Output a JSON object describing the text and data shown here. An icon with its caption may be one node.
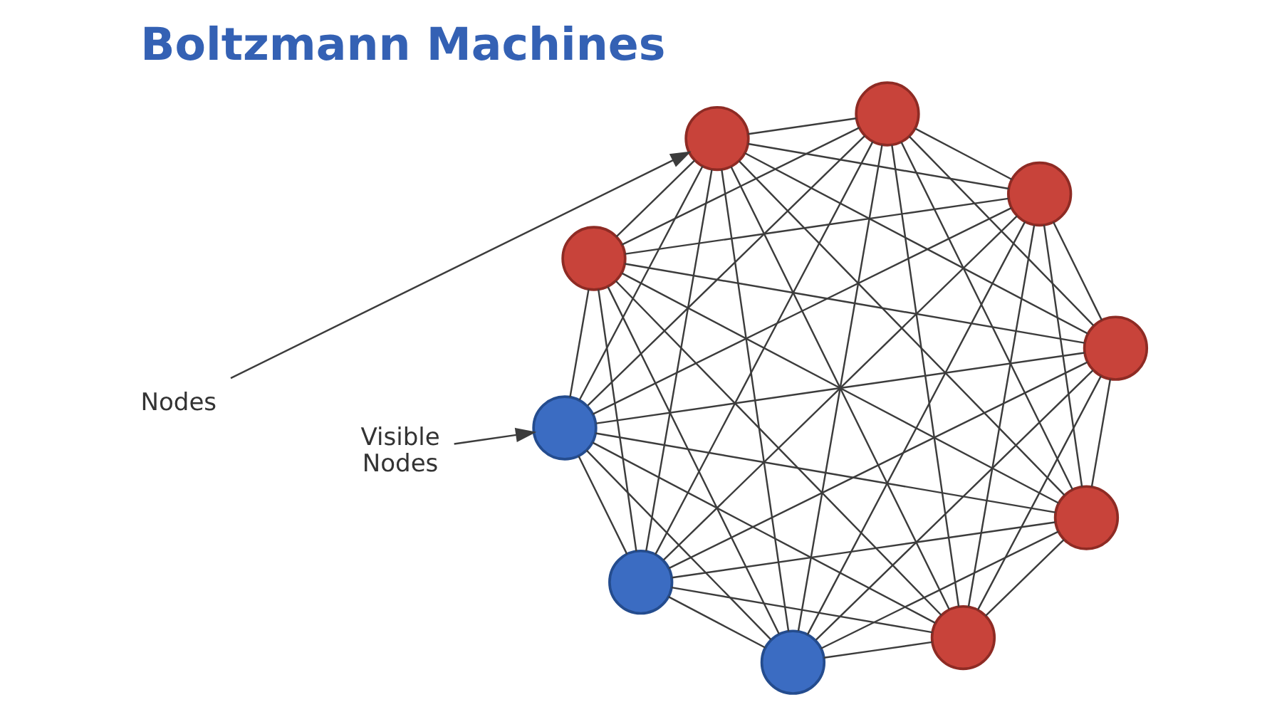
{
  "diagram": {
    "title": "Boltzmann Machines",
    "nodes": [
      {
        "text": [],
        "shape": "circle"
      },
      {
        "text": [],
        "shape": "circle"
      },
      {
        "text": [],
        "shape": "circle"
      },
      {
        "text": [
          "Nodes"
        ]
      },
      {
        "text": [],
        "shape": "circle"
      },
      {
        "text": [],
        "shape": "circle"
      },
      {
        "text": [],
        "shape": "circle"
      },
      {
        "text": [],
        "shape": "circle"
      },
      {
        "text": [
          "Visible Nodes"
        ]
      },
      {
        "text": [],
        "shape": "circle"
      },
      {
        "text": [],
        "shape": "circle"
      },
      {
        "text": [],
        "shape": "circle"
      }
    ],
    "edges": [
      {
        "from": 0,
        "to": 1,
        "arrow": "none"
      },
      {
        "from": 0,
        "to": 2,
        "arrow": "none"
      },
      {
        "from": 0,
        "to": 4,
        "arrow": "none"
      },
      {
        "from": 0,
        "to": 5,
        "arrow": "none"
      },
      {
        "from": 0,
        "to": 6,
        "arrow": "none"
      },
      {
        "from": 0,
        "to": 7,
        "arrow": "none"
      },
      {
        "from": 0,
        "to": 9,
        "arrow": "none"
      },
      {
        "from": 0,
        "to": 10,
        "arrow": "none"
      },
      {
        "from": 0,
        "to": 11,
        "arrow": "none"
      },
      {
        "from": 1,
        "to": 2,
        "arrow": "none"
      },
      {
        "from": 1,
        "to": 4,
        "arrow": "none"
      },
      {
        "from": 1,
        "to": 5,
        "arrow": "none"
      },
      {
        "from": 1,
        "to": 6,
        "arrow": "none"
      },
      {
        "from": 1,
        "to": 7,
        "arrow": "none"
      },
      {
        "from": 1,
        "to": 9,
        "arrow": "none"
      },
      {
        "from": 1,
        "to": 10,
        "arrow": "none"
      },
      {
        "from": 1,
        "to": 11,
        "arrow": "none"
      },
      {
        "from": 2,
        "to": 4,
        "arrow": "none"
      },
      {
        "from": 2,
        "to": 5,
        "arrow": "none"
      },
      {
        "from": 2,
        "to": 6,
        "arrow": "none"
      },
      {
        "from": 2,
        "to": 7,
        "arrow": "none"
      },
      {
        "from": 2,
        "to": 9,
        "arrow": "none"
      },
      {
        "from": 2,
        "to": 10,
        "arrow": "none"
      },
      {
        "from": 2,
        "to": 11,
        "arrow": "none"
      },
      {
        "from": 3,
        "to": 4,
        "arrow": "to"
      },
      {
        "from": 4,
        "to": 5,
        "arrow": "none"
      },
      {
        "from": 4,
        "to": 6,
        "arrow": "none"
      },
      {
        "from": 4,
        "to": 7,
        "arrow": "none"
      },
      {
        "from": 4,
        "to": 9,
        "arrow": "none"
      },
      {
        "from": 4,
        "to": 10,
        "arrow": "none"
      },
      {
        "from": 4,
        "to": 11,
        "arrow": "none"
      },
      {
        "from": 5,
        "to": 6,
        "arrow": "none"
      },
      {
        "from": 5,
        "to": 7,
        "arrow": "none"
      },
      {
        "from": 5,
        "to": 9,
        "arrow": "none"
      },
      {
        "from": 5,
        "to": 10,
        "arrow": "none"
      },
      {
        "from": 5,
        "to": 11,
        "arrow": "none"
      },
      {
        "from": 6,
        "to": 7,
        "arrow": "none"
      },
      {
        "from": 6,
        "to": 9,
        "arrow": "none"
      },
      {
        "from": 6,
        "to": 10,
        "arrow": "none"
      },
      {
        "from": 6,
        "to": 11,
        "arrow": "none"
      },
      {
        "from": 7,
        "to": 9,
        "arrow": "none"
      },
      {
        "from": 7,
        "to": 10,
        "arrow": "none"
      },
      {
        "from": 7,
        "to": 11,
        "arrow": "none"
      },
      {
        "from": 8,
        "to": 9,
        "arrow": "to"
      },
      {
        "from": 9,
        "to": 10,
        "arrow": "none"
      },
      {
        "from": 9,
        "to": 11,
        "arrow": "none"
      },
      {
        "from": 10,
        "to": 11,
        "arrow": "none"
      }
    ]
  }
}
